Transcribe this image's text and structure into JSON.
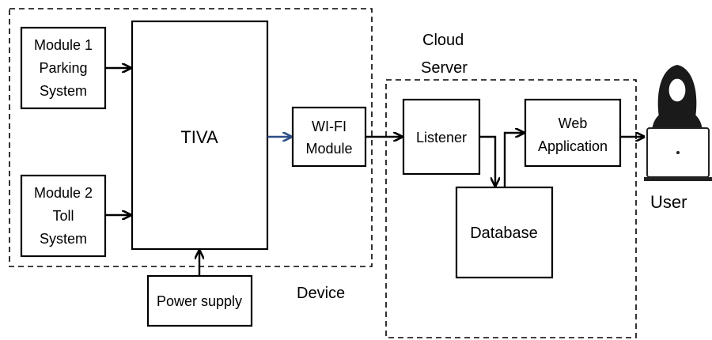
{
  "regions": {
    "device_label": "Device",
    "cloud_label_line1": "Cloud",
    "cloud_label_line2": "Server"
  },
  "blocks": {
    "module1": [
      "Module 1",
      "Parking",
      "System"
    ],
    "module2": [
      "Module 2",
      "Toll",
      "System"
    ],
    "tiva": "TIVA",
    "wifi": [
      "WI-FI",
      "Module"
    ],
    "power": "Power supply",
    "listener": "Listener",
    "database": "Database",
    "web_app": [
      "Web",
      "Application"
    ]
  },
  "user": {
    "label": "User",
    "icon": "user-with-laptop-icon"
  },
  "colors": {
    "line": "#000000",
    "tiva_to_wifi_arrow": "#2e4f86"
  }
}
